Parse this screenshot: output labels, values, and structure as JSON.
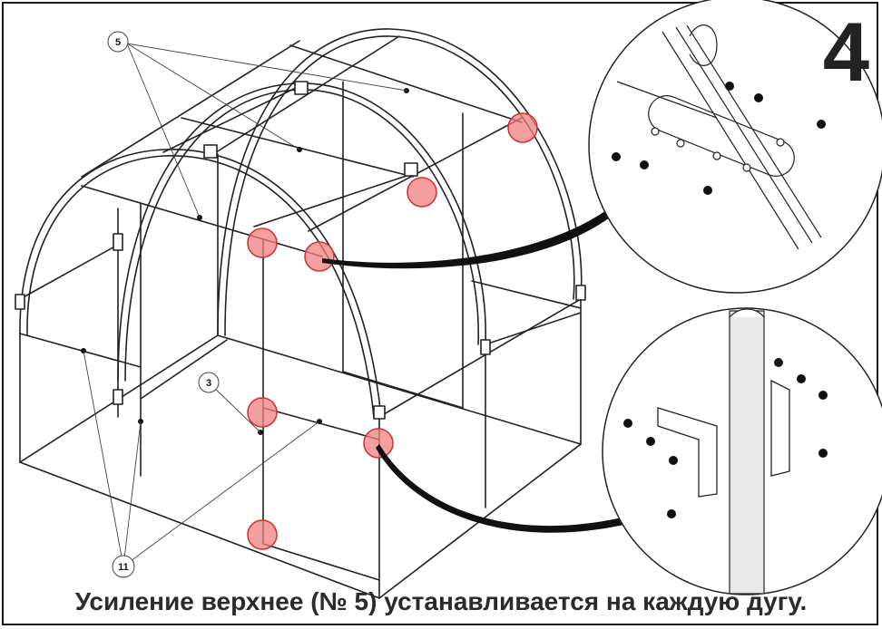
{
  "step_number": "4",
  "caption": "Усиление верхнее (№ 5) устанавливается на каждую дугу.",
  "callouts": {
    "top_reinforcement": "5",
    "corner_bracket": "3",
    "bottom_bar": "11"
  },
  "colors": {
    "highlight_fill": "#f08080",
    "highlight_stroke": "#d03030",
    "line": "#222222",
    "caption_text": "#2b2b2b"
  },
  "icons": {
    "detail_top": "arc-reinforcement-plate-detail",
    "detail_bottom": "corner-bracket-detail"
  }
}
